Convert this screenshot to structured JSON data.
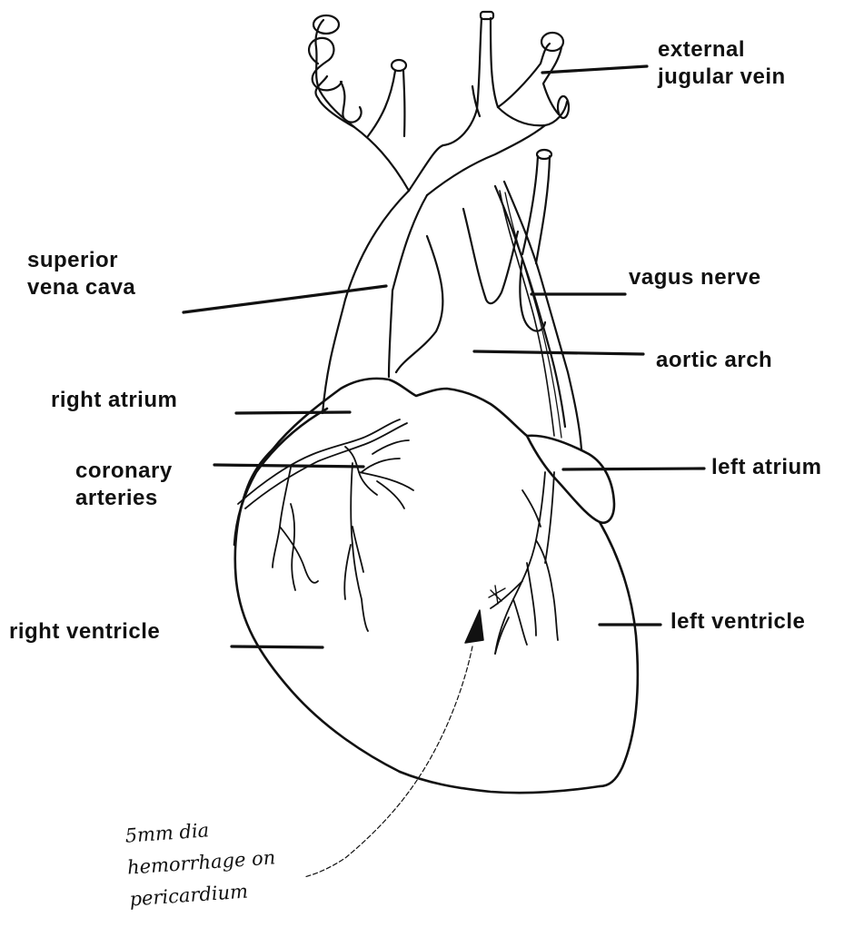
{
  "labels": {
    "external_jugular_vein": [
      "external",
      "jugular vein"
    ],
    "superior_vena_cava": [
      "superior",
      "vena cava"
    ],
    "vagus_nerve": "vagus nerve",
    "aortic_arch": "aortic arch",
    "right_atrium": "right atrium",
    "coronary_arteries": [
      "coronary",
      "arteries"
    ],
    "left_atrium": "left atrium",
    "right_ventricle": "right ventricle",
    "left_ventricle": "left ventricle"
  },
  "handwritten_note": [
    "5mm dia",
    "hemorrhage on",
    "pericardium"
  ],
  "colors": {
    "ink": "#111111",
    "background": "#ffffff"
  }
}
